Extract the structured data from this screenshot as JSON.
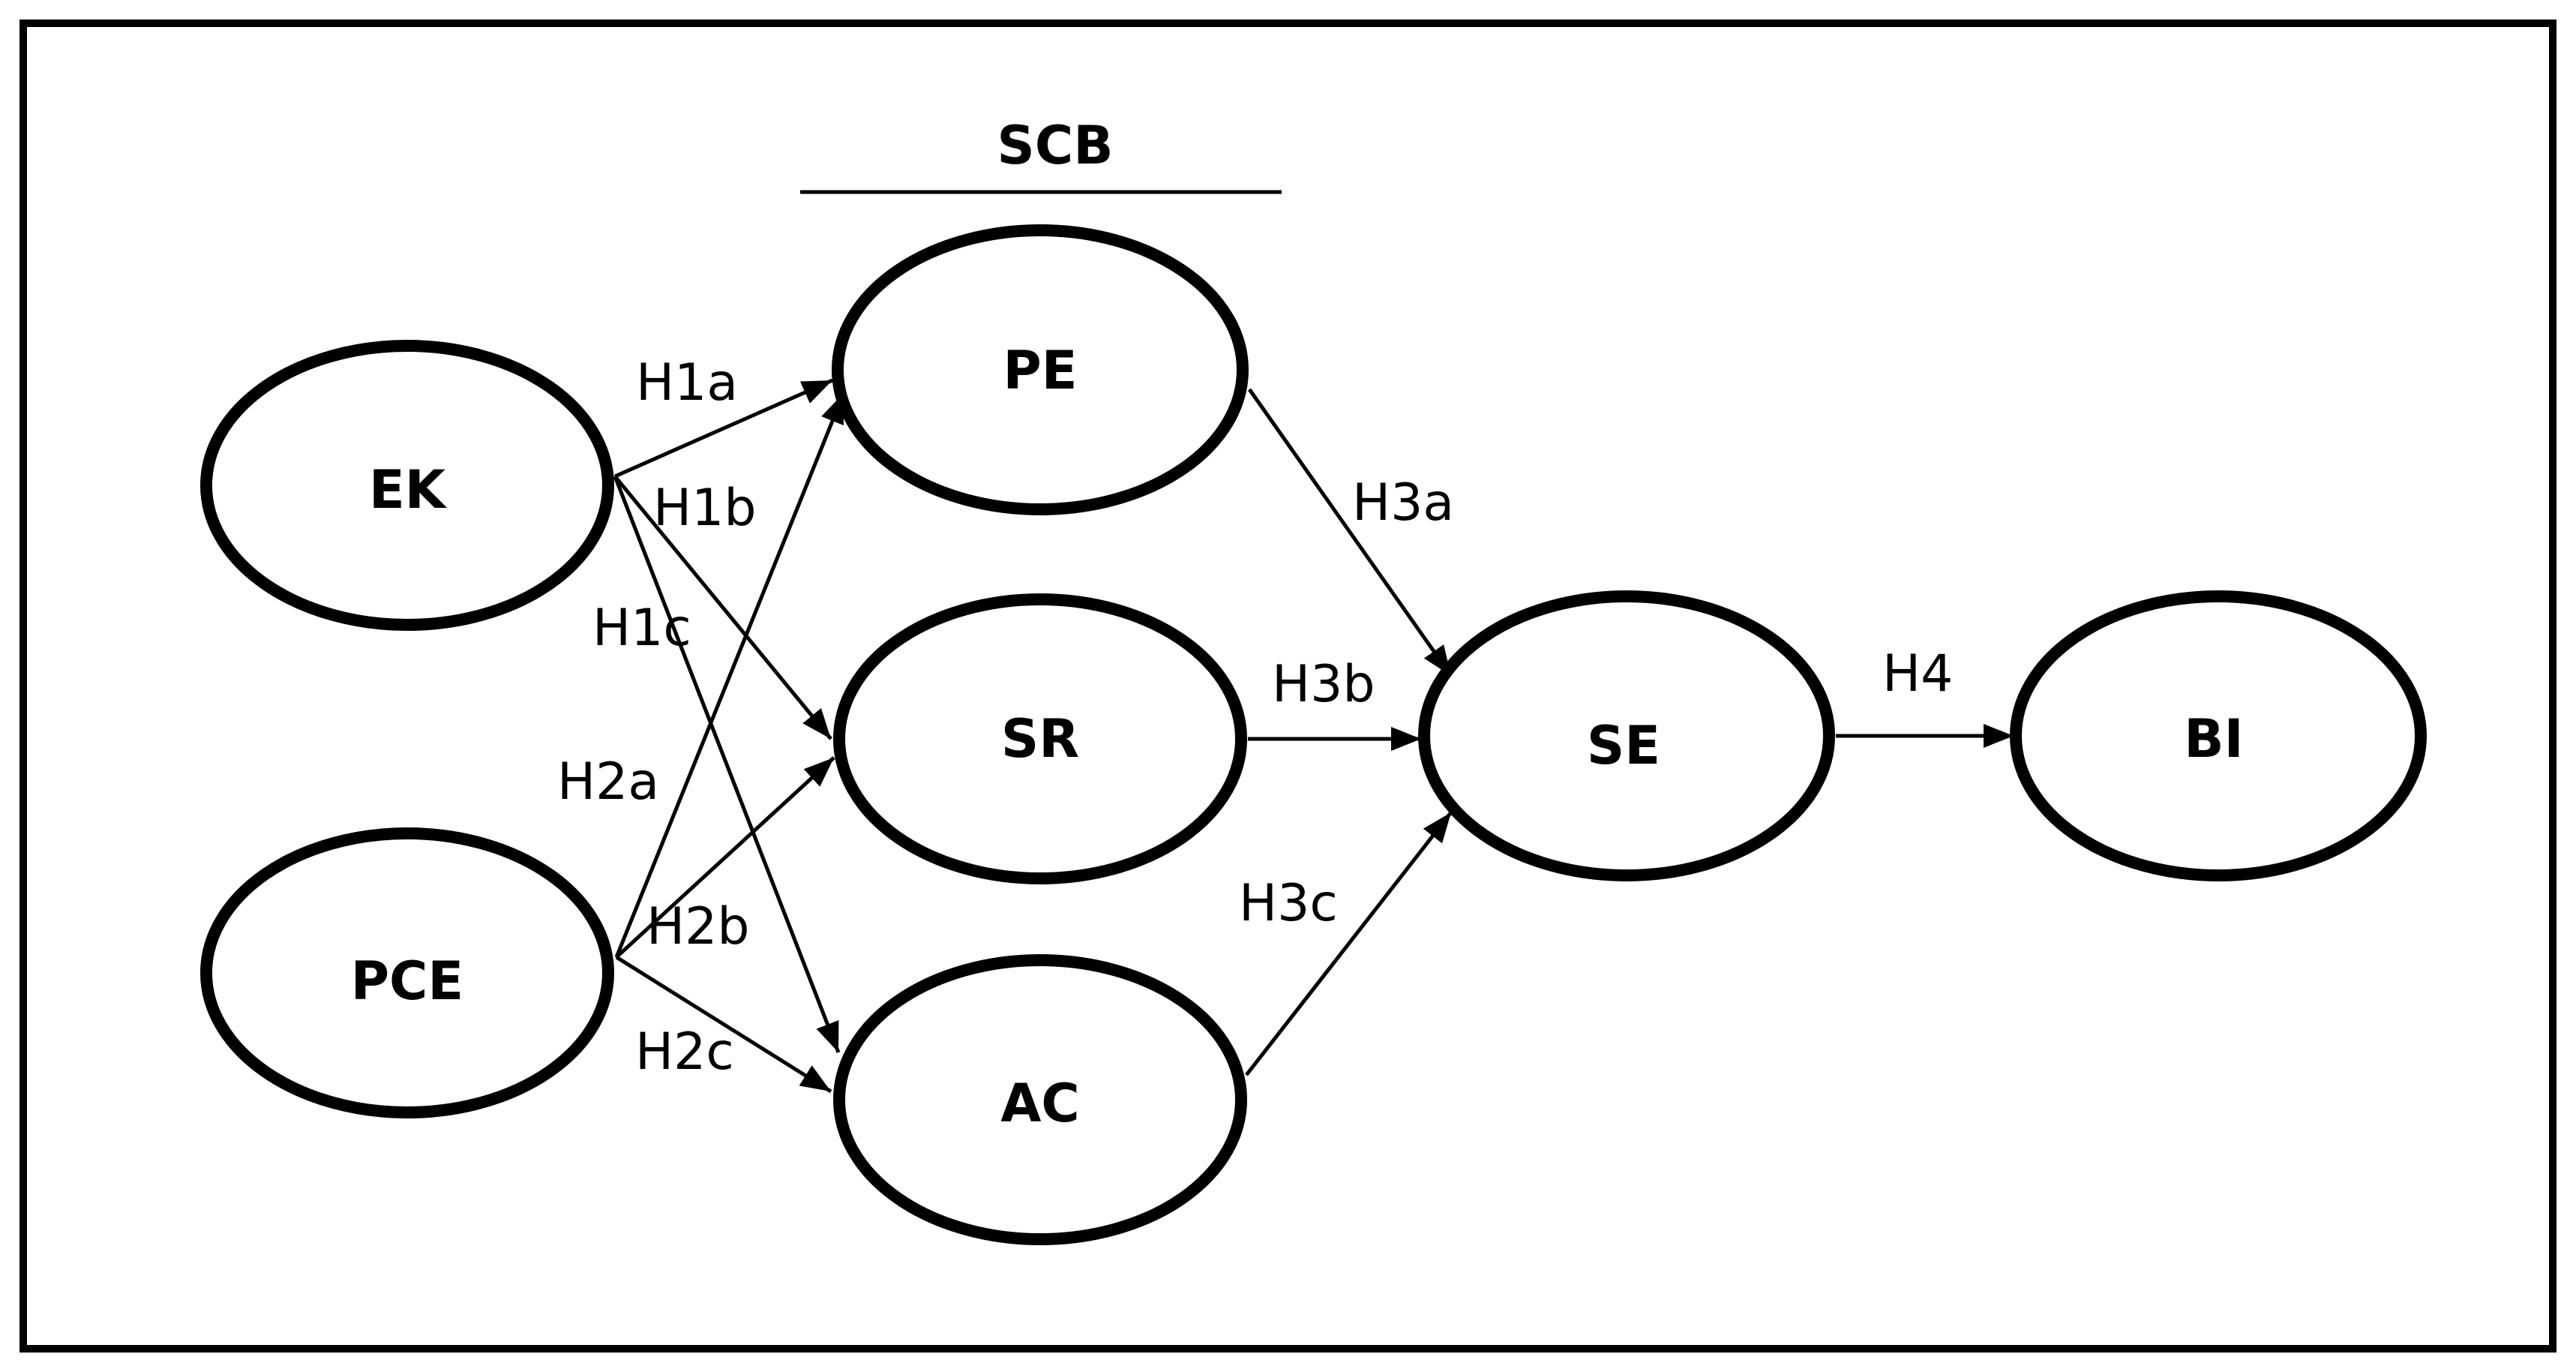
{
  "group": {
    "label": "SCB"
  },
  "nodes": {
    "EK": "EK",
    "PCE": "PCE",
    "PE": "PE",
    "SR": "SR",
    "AC": "AC",
    "SE": "SE",
    "BI": "BI"
  },
  "edges": [
    {
      "from": "EK",
      "to": "PE",
      "label": "H1a"
    },
    {
      "from": "EK",
      "to": "SR",
      "label": "H1b"
    },
    {
      "from": "EK",
      "to": "AC",
      "label": "H1c"
    },
    {
      "from": "PCE",
      "to": "PE",
      "label": "H2a"
    },
    {
      "from": "PCE",
      "to": "SR",
      "label": "H2b"
    },
    {
      "from": "PCE",
      "to": "AC",
      "label": "H2c"
    },
    {
      "from": "PE",
      "to": "SE",
      "label": "H3a"
    },
    {
      "from": "SR",
      "to": "SE",
      "label": "H3b"
    },
    {
      "from": "AC",
      "to": "SE",
      "label": "H3c"
    },
    {
      "from": "SE",
      "to": "BI",
      "label": "H4"
    }
  ]
}
